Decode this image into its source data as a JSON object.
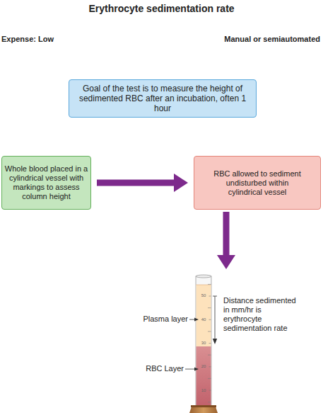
{
  "diagram": {
    "title": "Erythrocyte sedimentation rate",
    "nodes": [
      {
        "text": [
          "Goal of the test is to measure the height of sedimented RBC after an incubation, often 1 hour"
        ]
      },
      {
        "text": [
          "Whole blood placed in a cylindrical vessel with markings to assess column height"
        ]
      },
      {
        "text": [
          "RBC allowed to sediment undisturbed within cylindrical vessel"
        ]
      },
      {
        "text": [
          "50",
          "40",
          "30",
          "20",
          "10"
        ]
      }
    ],
    "edges": [
      {
        "from": 1,
        "to": 2,
        "arrow": "to"
      },
      {
        "from": 2,
        "to": 3,
        "arrow": "to"
      }
    ],
    "labels": [
      "Expense: Low",
      "Manual or semiautomated",
      "Plasma layer",
      "RBC Layer",
      "Distance sedimented in mm/hr is erythrocyte sedimentation rate"
    ]
  }
}
